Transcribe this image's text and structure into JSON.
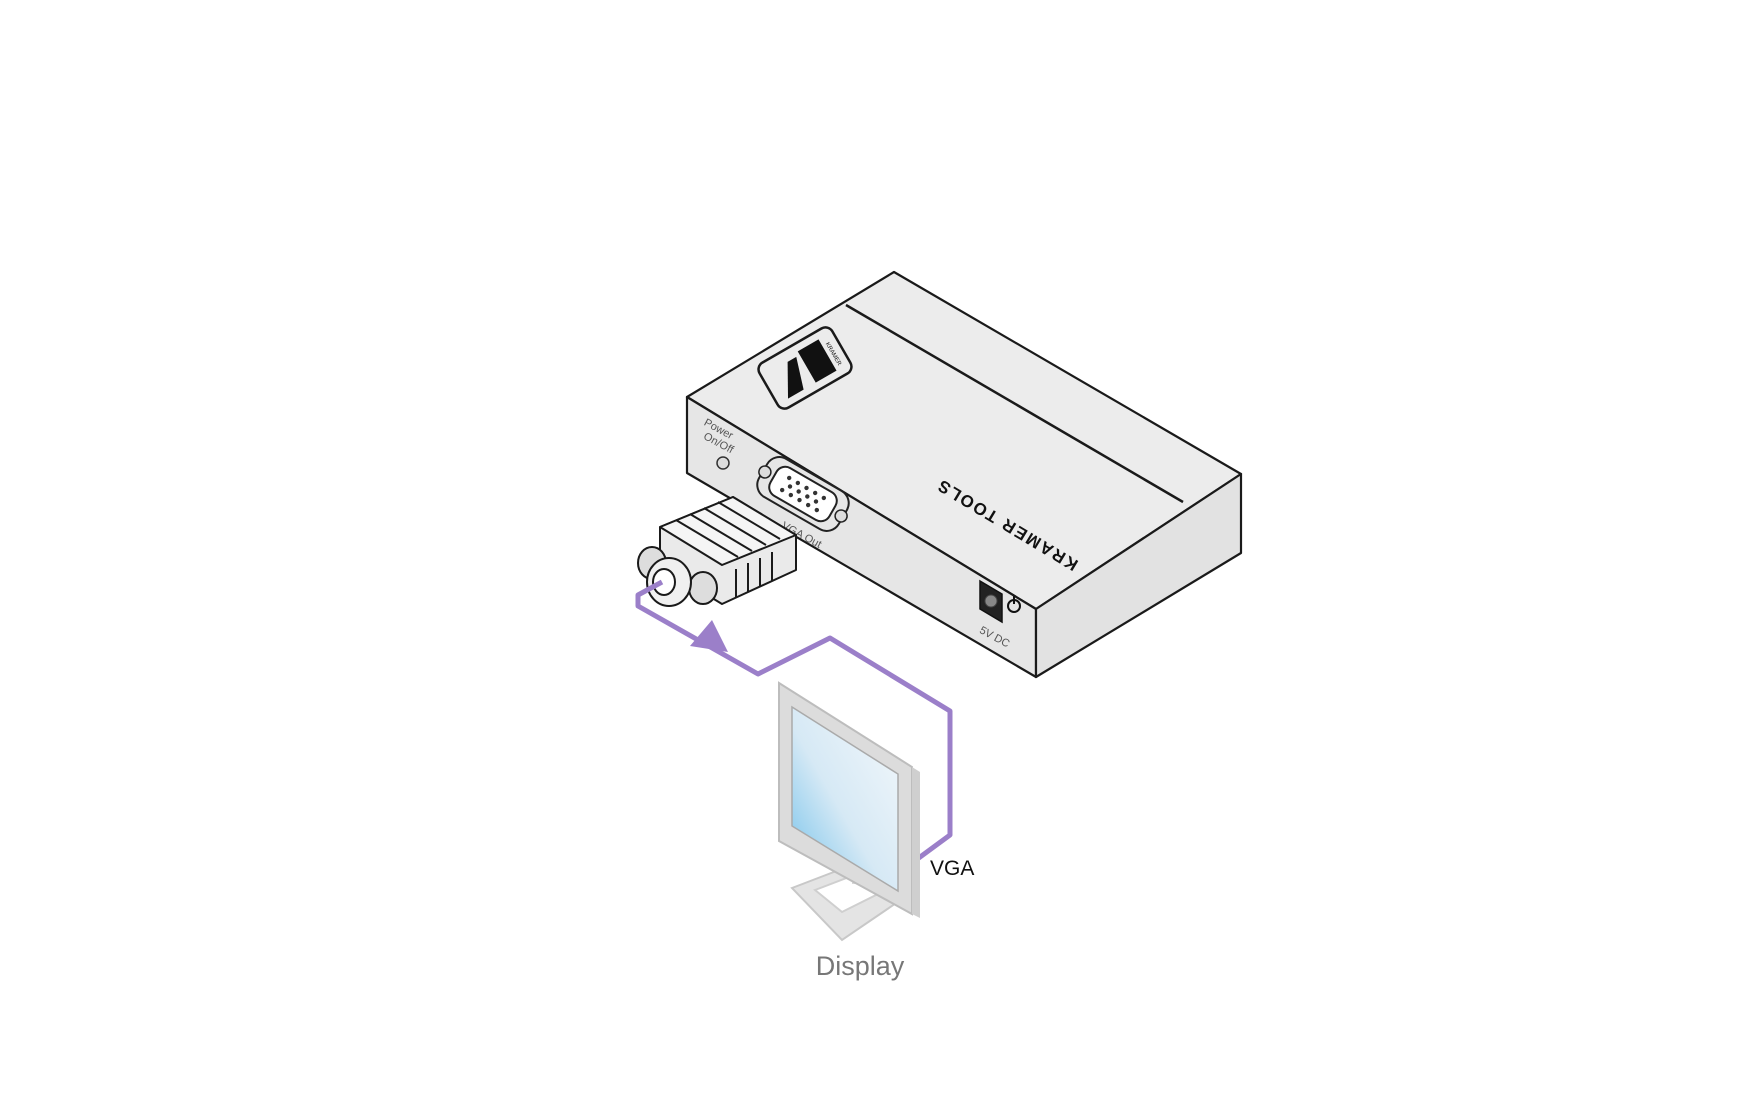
{
  "device": {
    "brand_logo_text": "KRAMER",
    "brand_label": "KRAMER TOOLS",
    "power_label": "Power On/Off",
    "power_label_line1": "Power",
    "power_label_line2": "On/Off",
    "vga_port_label": "VGA Out",
    "dc_label": "5V DC"
  },
  "cable": {
    "label": "VGA",
    "color": "#9b7fc9"
  },
  "display": {
    "label": "Display"
  },
  "colors": {
    "device_fill": "#ececec",
    "outline": "#1a1a1a",
    "screen": "#7cc4ec",
    "label_gray": "#777777"
  }
}
